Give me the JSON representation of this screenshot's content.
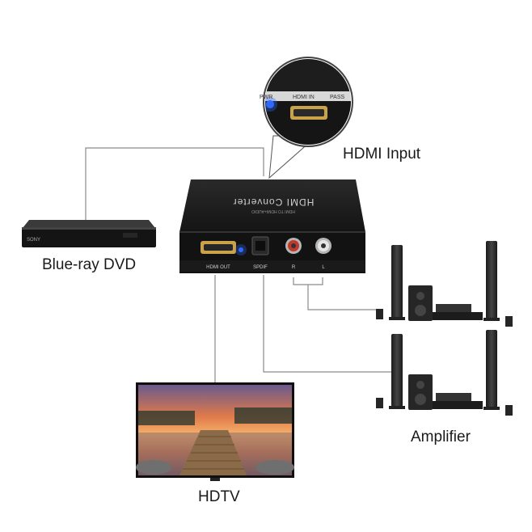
{
  "labels": {
    "hdmi_input": "HDMI Input",
    "bluray": "Blue-ray DVD",
    "amplifier": "Amplifier",
    "hdtv": "HDTV"
  },
  "device": {
    "top_title": "HDMI Converter",
    "top_subtitle": "HDMI TO HDMI+AUDIO",
    "port_hdmi_out": "HDMI OUT",
    "port_spdif": "SPDIF",
    "port_r": "R",
    "port_l": "L"
  },
  "zoom_panel": {
    "pwr": "PWR",
    "hdmi_in": "HDMI IN",
    "pass": "PASS"
  },
  "bluray_brand": "SONY",
  "colors": {
    "device_body": "#1c1c1c",
    "led_blue": "#2f6bff",
    "rca_red": "#c0392b",
    "cable_gray": "#8a8a8a"
  }
}
